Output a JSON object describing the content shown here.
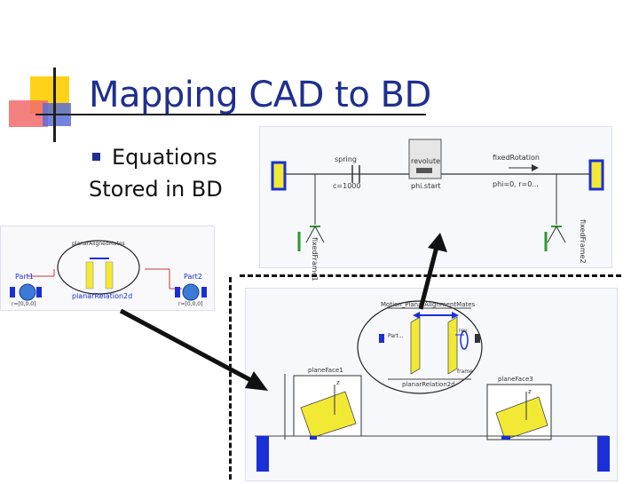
{
  "slide": {
    "title": "Mapping CAD to BD",
    "bullet_line1": "Equations",
    "bullet_line2": "Stored in BD"
  },
  "top_diagram": {
    "spring_label": "spring",
    "spring_value": "c=1000",
    "mass_label": "revolute",
    "mass_value": "phi.start",
    "sensor_label": "fixedRotation",
    "sensor_value": "phi=0, r=0...",
    "frame_left": "fixedFrame1",
    "frame_right": "fixedFrame2"
  },
  "left_diagram": {
    "part1": "Part1",
    "part2": "Part2",
    "relation": "planarRelation2d",
    "top_text": "planarAlignedMates",
    "part1_value": "r=[0,0,0]",
    "part2_value": "r=[0,0,0]"
  },
  "bottom_diagram": {
    "circle_title": "Motion_PlanarAlignmentMates",
    "left_small": "Part...",
    "mid_label": "planarRelation2d",
    "rev_label": "rev",
    "frame_label": "frame",
    "plane1": "planeFace1",
    "plane2": "planeFace3",
    "axis": "z"
  },
  "colors": {
    "title": "#1f2f8f",
    "plane_yellow": "#f2e935",
    "connector_blue": "#1a2fd6"
  }
}
